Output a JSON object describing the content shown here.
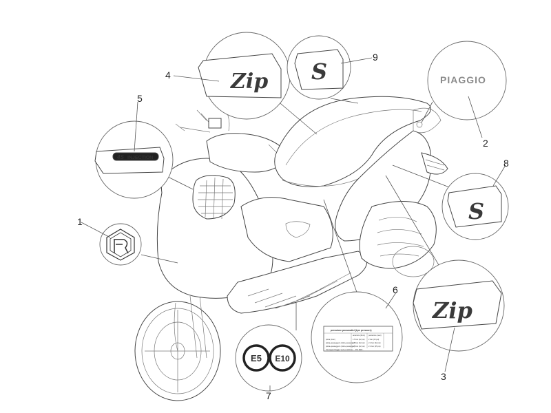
{
  "callouts": {
    "c1": "1",
    "c2": "2",
    "c3": "3",
    "c4": "4",
    "c5": "5",
    "c6": "6",
    "c7": "7",
    "c8": "8",
    "c9": "9"
  },
  "decals": {
    "brand": "PIAGGIO",
    "model": "Zip",
    "s_badge": "S",
    "engine_badge_num": "4S",
    "engine_badge_text": "INJECTION",
    "euro_left": "E5",
    "euro_right": "E10"
  },
  "tyre_label": {
    "title": "pressione pneumatici (tyre pressure)",
    "col1": "anteriore (front)",
    "col2": "posteriore (rear)",
    "rows": [
      [
        "pilota (rider)",
        "1.5 bar (22 psi)",
        "2 bar (29 psi)"
      ],
      [
        "pilota+passeggero (rider+passenger)",
        "1.5 bar (22 psi)",
        "2.2 bar (32 psi)"
      ],
      [
        "pilota+passeggero (rider+passenger)",
        "1.5 bar (22 psi)",
        "2.4 bar (35 psi)"
      ]
    ],
    "footer": "Omologato Piaggio: Vedi ed utilizzato ... P/N 1B00..."
  },
  "colors": {
    "line": "#555555",
    "brand_grey": "#8a8a8a",
    "dark_fill": "#3a3a3a"
  }
}
